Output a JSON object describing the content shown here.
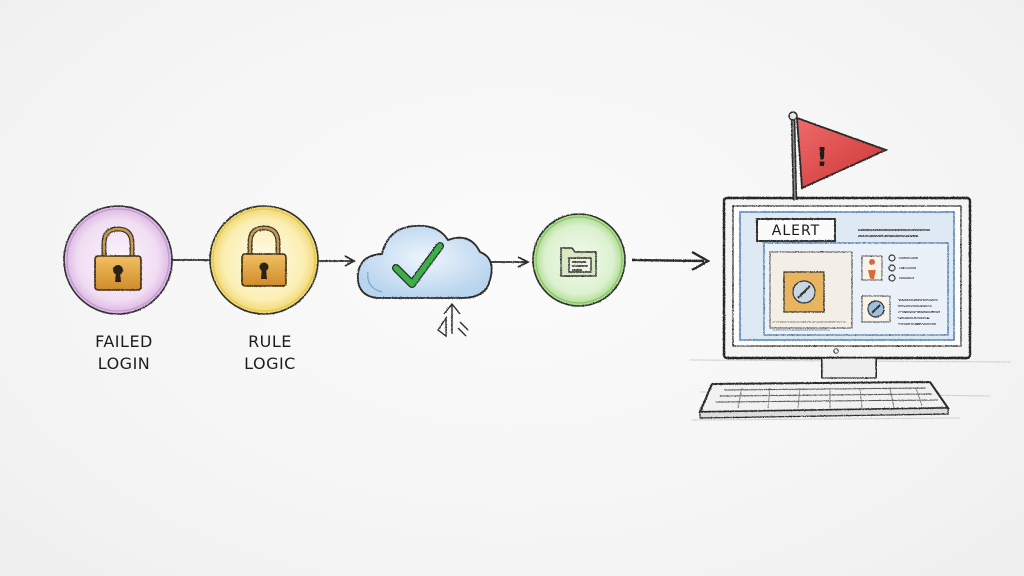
{
  "steps": [
    {
      "id": "failed-login",
      "line1": "FAILED",
      "line2": "LOGIN",
      "icon": "padlock-icon",
      "ring_color": "#c9a4d6"
    },
    {
      "id": "rule-logic",
      "line1": "RULE",
      "line2": "LOGIC",
      "icon": "padlock-icon",
      "ring_color": "#e9cf5a"
    },
    {
      "id": "cloud-check",
      "icon": "cloud-checkmark-icon",
      "ring_color": "#7fb0d9"
    },
    {
      "id": "folder",
      "icon": "folder-icon",
      "ring_color": "#8fca6a"
    },
    {
      "id": "monitor",
      "icon": "computer-monitor-icon"
    }
  ],
  "alert": {
    "label": "ALERT",
    "flag_color": "#e04a4a",
    "flag_symbol": "!"
  },
  "colors": {
    "lock_body": "#e2a63e",
    "check": "#3bb04a",
    "screen": "#dfe9f4"
  }
}
